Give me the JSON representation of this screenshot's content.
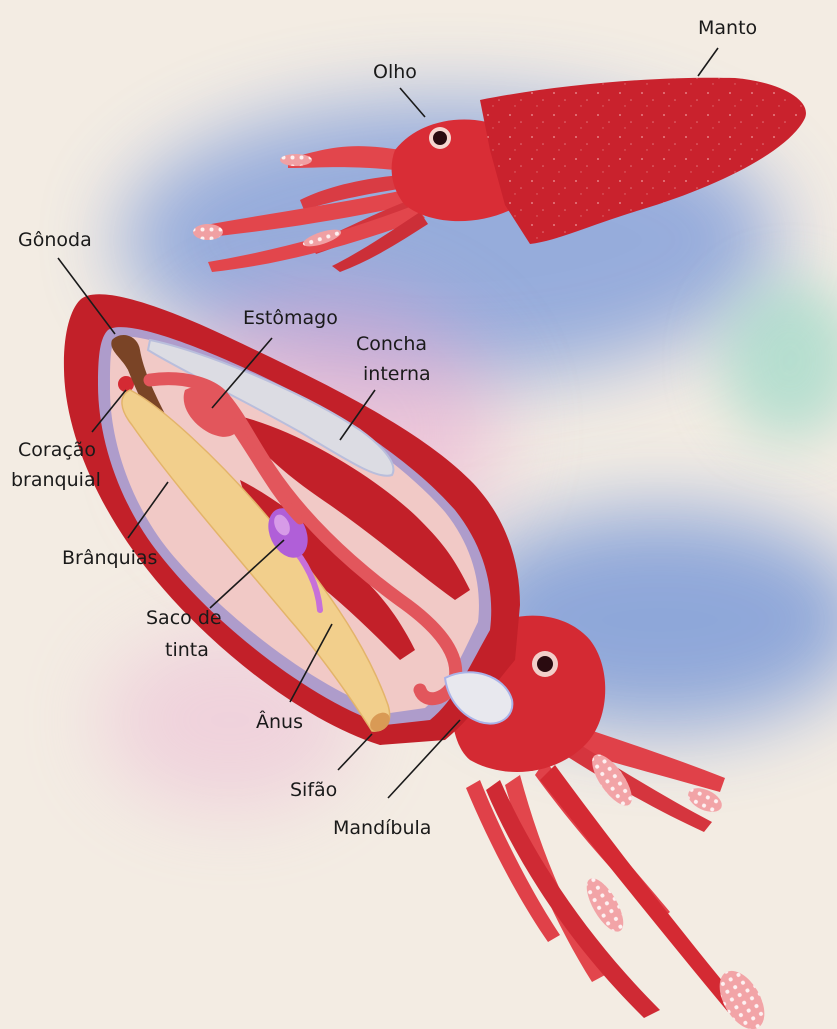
{
  "labels": {
    "manto": "Manto",
    "olho": "Olho",
    "gonoda": "Gônoda",
    "estomago": "Estômago",
    "concha_1": "Concha",
    "concha_2": "interna",
    "coracao_1": "Coração",
    "coracao_2": "branquial",
    "branquias": "Brânquias",
    "saco_1": "Saco de",
    "saco_2": "tinta",
    "anus": "Ânus",
    "sifao": "Sifão",
    "mandibula": "Mandíbula"
  },
  "colors": {
    "background": "#f3ece3",
    "squid_red": "#d42a33",
    "squid_dark": "#b51d27",
    "tentacle": "#e2464c",
    "sucker": "#f4c6c6",
    "siphon": "#f2cf8c",
    "ink_sac": "#b05fd8",
    "gill": "#c9373b",
    "gonad": "#7a4426",
    "cavity": "#f3c9c6",
    "shell": "#dcdce3",
    "blob_blue": "#3d6fd1",
    "blob_pink": "#e9a3cf",
    "blob_teal": "#8fd6c3"
  }
}
